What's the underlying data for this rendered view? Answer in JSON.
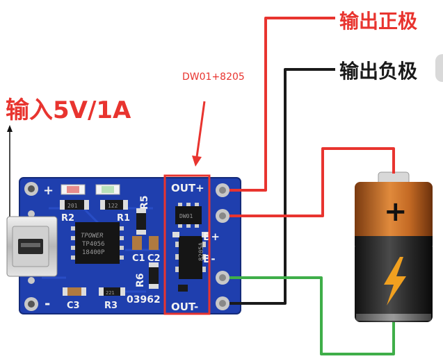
{
  "labels": {
    "output_positive": "输出正极",
    "output_negative": "输出负极",
    "input": "输入5V/1A",
    "protection_chip": "DW01+8205"
  },
  "board": {
    "pad_out_plus": "OUT+",
    "pad_b_plus": "B+",
    "pad_b_minus": "B-",
    "pad_out_minus": "OUT-",
    "plus_sign": "+",
    "minus_sign": "-",
    "r1": "R1",
    "r2": "R2",
    "r3": "R3",
    "r5": "R5",
    "r6": "R6",
    "c1": "C1",
    "c2": "C2",
    "c3": "C3",
    "board_code": "03962",
    "chip_tp_line1": "TPOWER",
    "chip_tp_line2": "TP4056",
    "chip_tp_line3": "18400P",
    "chip_dw": "DW01",
    "chip_8205": "8205A",
    "res_201": "201",
    "res_122": "122",
    "res_221": "221"
  },
  "colors": {
    "wire_red": "#e8342f",
    "wire_black": "#1a1a1a",
    "wire_green": "#3fae49",
    "pcb_blue": "#1f3fae",
    "highlight_box": "#e8342f"
  }
}
